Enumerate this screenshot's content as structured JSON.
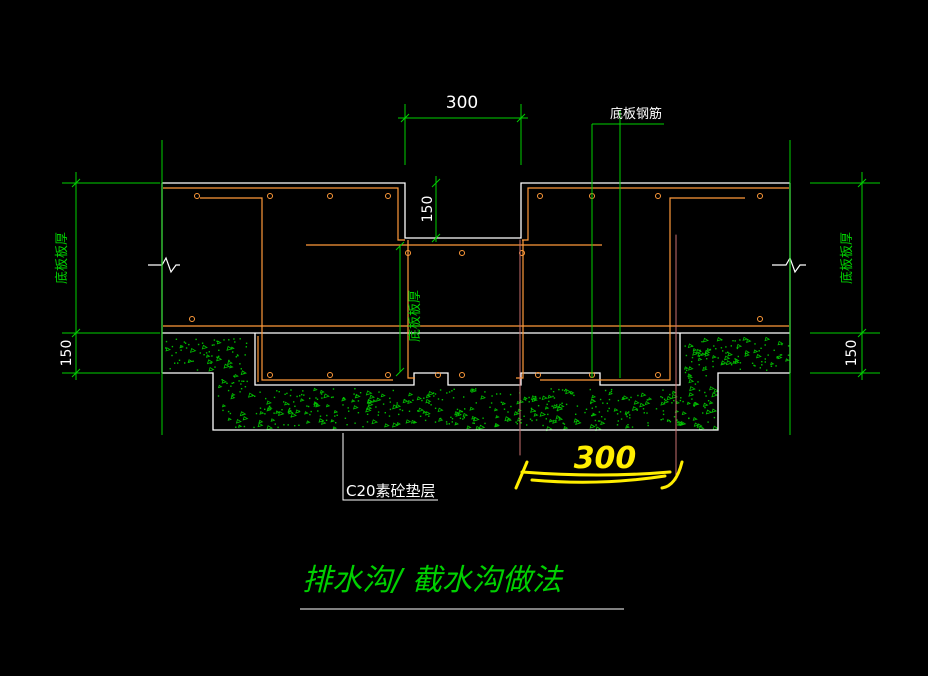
{
  "drawing": {
    "title": "排水沟/ 截水沟做法",
    "dimensions": {
      "channel_width": "300",
      "step_depth": "150",
      "cushion_left": "150",
      "cushion_right": "150"
    },
    "labels": {
      "slab_thickness_left": "底板板厚",
      "slab_thickness_center": "底板板厚",
      "slab_thickness_right": "底板板厚",
      "slab_rebar": "底板钢筋",
      "cushion_layer": "C20素砼垫层"
    },
    "annotation": {
      "handwritten_dimension": "300"
    },
    "colors": {
      "background": "#000000",
      "outline": "#ffffff",
      "dimension": "#00d000",
      "rebar": "#ff9a3a",
      "cushion_hatch": "#00c000",
      "annotation": "#ffee00",
      "aux_line": "#c87070"
    }
  }
}
